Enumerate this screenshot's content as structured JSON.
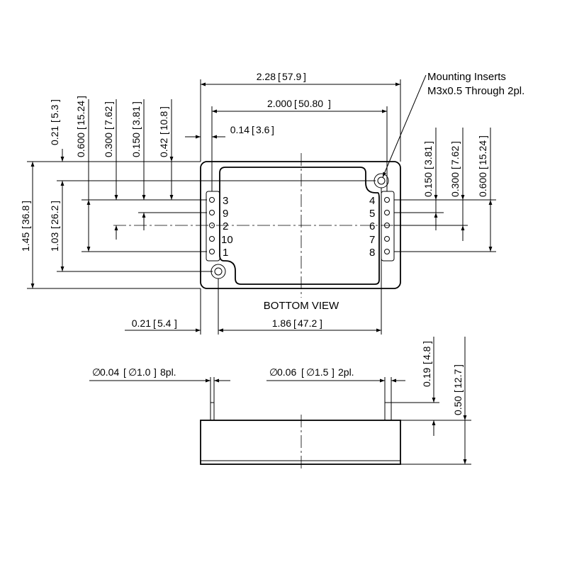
{
  "annotations": {
    "width_overall": "2.28",
    "width_overall_mm": "57.9",
    "insert_spacing": "2.000",
    "insert_spacing_mm": "50.80",
    "insert_offset_x": "0.14",
    "insert_offset_x_mm": "3.6",
    "height_overall": "1.45",
    "height_overall_mm": "36.8",
    "insert_spacing_y": "1.03",
    "insert_spacing_y_mm": "26.2",
    "left_top_1": "0.21",
    "left_top_1_mm": "5.3",
    "left_top_2": "0.600",
    "left_top_2_mm": "15.24",
    "left_top_3": "0.300",
    "left_top_3_mm": "7.62",
    "left_top_4": "0.150",
    "left_top_4_mm": "3.81",
    "left_top_5": "0.42",
    "left_top_5_mm": "10.8",
    "right_top_1": "0.150",
    "right_top_1_mm": "3.81",
    "right_top_2": "0.300",
    "right_top_2_mm": "7.62",
    "right_top_3": "0.600",
    "right_top_3_mm": "15.24",
    "bottom_left": "0.21",
    "bottom_left_mm": "5.4",
    "bottom_span": "1.86",
    "bottom_span_mm": "47.2",
    "pin_dia": "0.04",
    "pin_dia_mm": "1.0",
    "pin_dia_count": "8pl.",
    "insert_dia": "0.06",
    "insert_dia_mm": "1.5",
    "insert_dia_count": "2pl.",
    "pin_len": "0.19",
    "pin_len_mm": "4.8",
    "total_height": "0.50",
    "total_height_mm": "12.7",
    "mounting_line1": "Mounting Inserts",
    "mounting_line2": "M3x0.5 Through 2pl.",
    "bottom_view": "BOTTOM VIEW",
    "diameter_symbol": "∅"
  },
  "pins_left": [
    "3",
    "9",
    "2",
    "10",
    "1"
  ],
  "pins_right": [
    "4",
    "5",
    "6",
    "7",
    "8"
  ]
}
